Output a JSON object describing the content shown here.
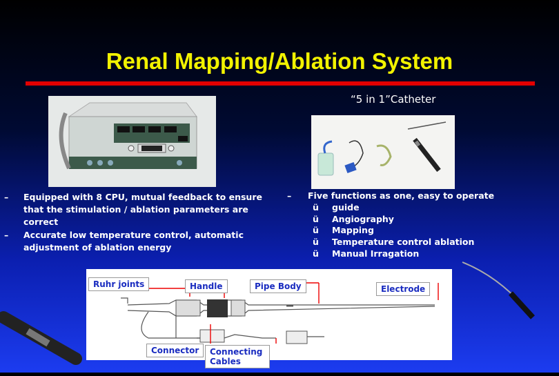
{
  "slide": {
    "title": "Renal Mapping/Ablation System",
    "catheter_heading": "“5 in 1”Catheter",
    "left_bullets": [
      "Equipped with 8 CPU, mutual feedback to ensure that the stimulation / ablation parameters are correct",
      "Accurate low temperature control, automatic adjustment of ablation energy"
    ],
    "right_bullet": {
      "head": "Five functions as one, easy to operate",
      "items": [
        "guide",
        "Angiography",
        "Mapping",
        "Temperature control ablation",
        "Manual Irragation"
      ]
    },
    "dash": "–",
    "check": "ü",
    "labels": {
      "ruhr_joints": "Ruhr joints",
      "handle": "Handle",
      "pipe_body": "Pipe Body",
      "electrode": "Electrode",
      "connector": "Connector",
      "connecting_cables": "Connecting Cables"
    }
  }
}
